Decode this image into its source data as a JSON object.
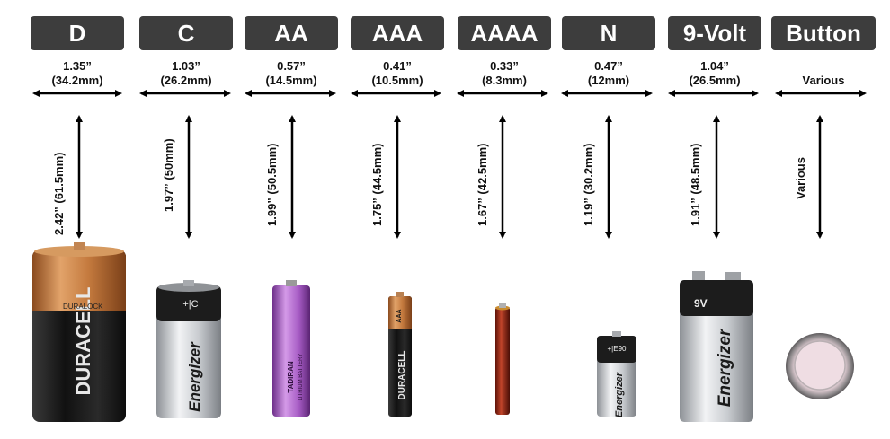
{
  "batteries": [
    {
      "type": "D",
      "width_in": "1.35”",
      "width_mm": "(34.2mm)",
      "height": "2.42” (61.5mm)",
      "brand": "DURACELL",
      "marking": "DURALOCK"
    },
    {
      "type": "C",
      "width_in": "1.03”",
      "width_mm": "(26.2mm)",
      "height": "1.97” (50mm)",
      "brand": "Energizer",
      "marking": "+|C"
    },
    {
      "type": "AA",
      "width_in": "0.57”",
      "width_mm": "(14.5mm)",
      "height": "1.99” (50.5mm)",
      "brand": "TADIRAN",
      "marking": "LITHIUM BATTERY"
    },
    {
      "type": "AAA",
      "width_in": "0.41”",
      "width_mm": "(10.5mm)",
      "height": "1.75” (44.5mm)",
      "brand": "DURACELL",
      "marking": "AAA"
    },
    {
      "type": "AAAA",
      "width_in": "0.33”",
      "width_mm": "(8.3mm)",
      "height": "1.67” (42.5mm)",
      "brand": "",
      "marking": ""
    },
    {
      "type": "N",
      "width_in": "0.47”",
      "width_mm": "(12mm)",
      "height": "1.19” (30.2mm)",
      "brand": "Energizer",
      "marking": "+|E90"
    },
    {
      "type": "9-Volt",
      "width_in": "1.04”",
      "width_mm": "(26.5mm)",
      "height": "1.91” (48.5mm)",
      "brand": "Energizer",
      "marking": "9V"
    },
    {
      "type": "Button",
      "width_in": "Various",
      "width_mm": "",
      "height": "Various",
      "brand": "",
      "marking": ""
    }
  ],
  "colors": {
    "tag_bg": "#3d3d3d",
    "tag_text": "#ffffff",
    "duracell_copper": "#c47a3e",
    "energizer_silver": "#c9ccd0",
    "tadiran_purple": "#a65bc4"
  }
}
